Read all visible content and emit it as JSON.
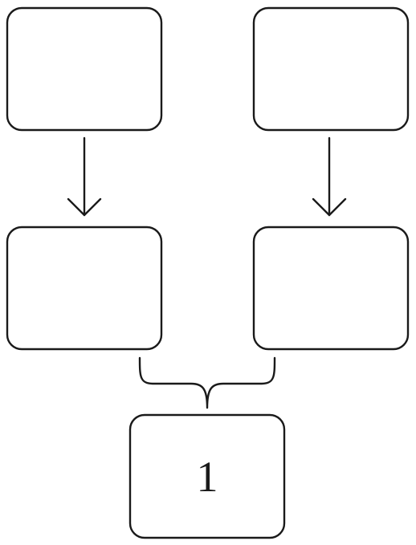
{
  "diagram": {
    "type": "flowchart",
    "nodes": {
      "top_left": {
        "label": ""
      },
      "top_right": {
        "label": ""
      },
      "middle_left": {
        "label": ""
      },
      "middle_right": {
        "label": ""
      },
      "bottom": {
        "label": "1"
      }
    },
    "edges": [
      {
        "from": "top_left",
        "to": "middle_left",
        "style": "arrow"
      },
      {
        "from": "top_right",
        "to": "middle_right",
        "style": "arrow"
      },
      {
        "from": [
          "middle_left",
          "middle_right"
        ],
        "to": "bottom",
        "style": "brace"
      }
    ],
    "colors": {
      "stroke": "#1a1a1a",
      "fill": "#ffffff"
    }
  }
}
